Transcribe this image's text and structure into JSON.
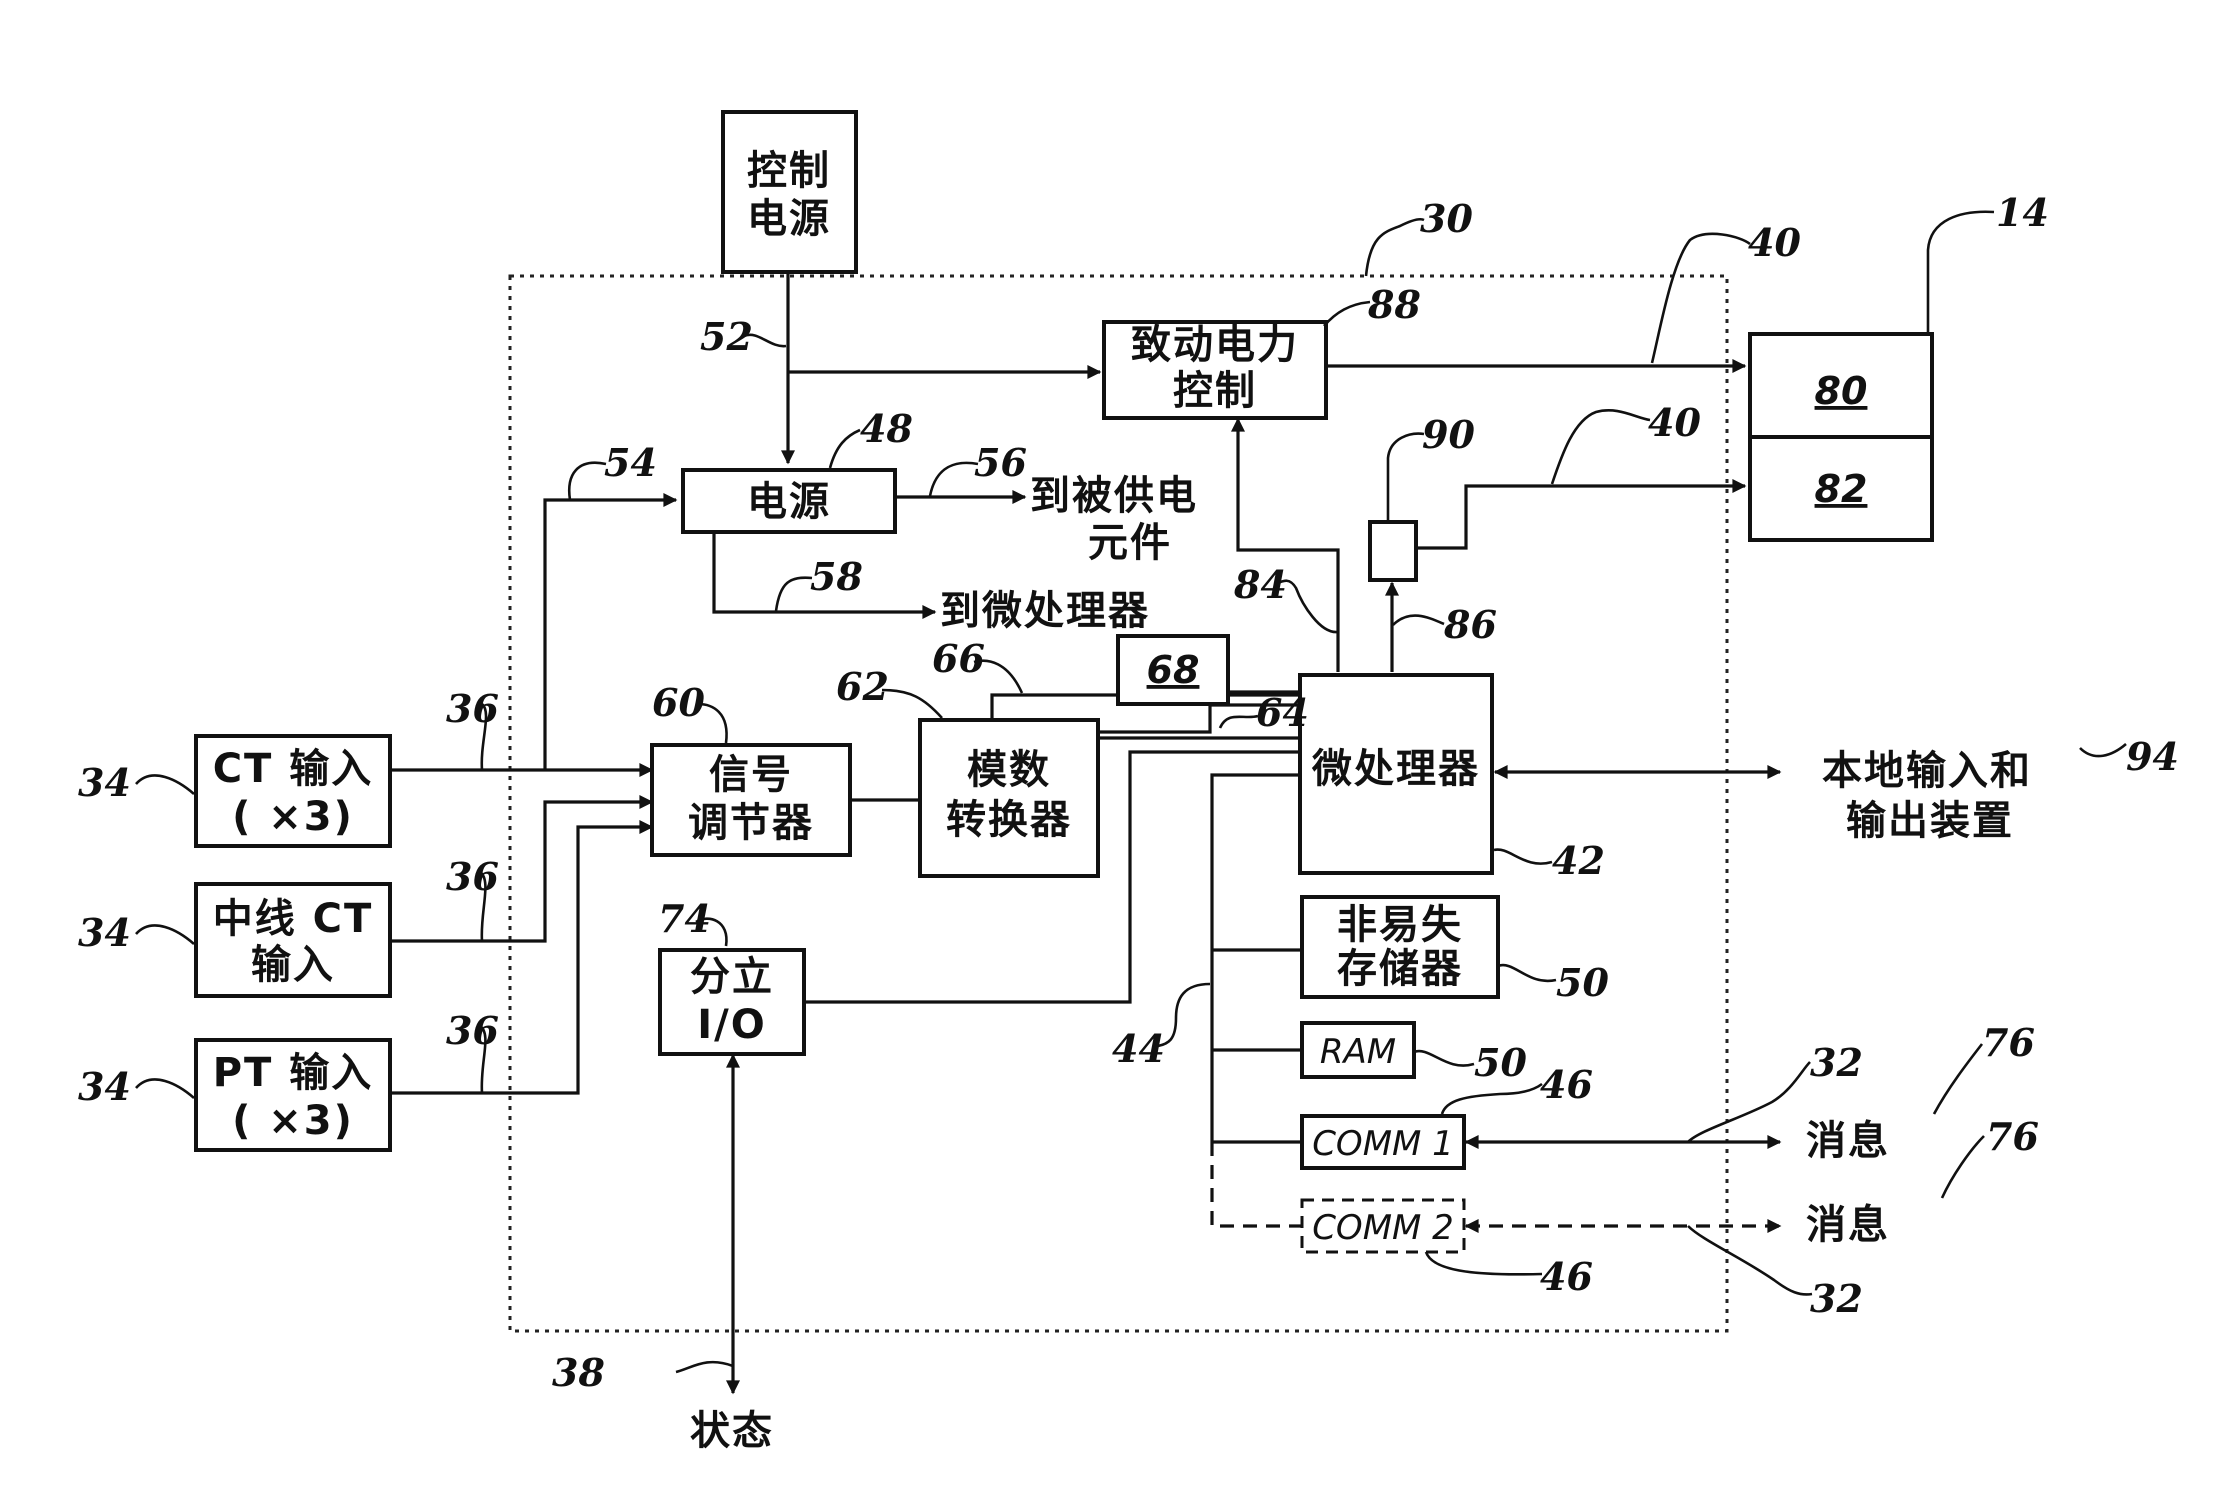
{
  "blocks": {
    "control_power": {
      "line1": "控制",
      "line2": "电源"
    },
    "power_supply": {
      "label": "电源"
    },
    "actuation_control": {
      "line1": "致动电力",
      "line2": "控制"
    },
    "signal_conditioner": {
      "line1": "信号",
      "line2": "调节器"
    },
    "adc": {
      "line1": "模数",
      "line2": "转换器"
    },
    "microprocessor": {
      "label": "微处理器"
    },
    "nvm": {
      "line1": "非易失",
      "line2": "存储器"
    },
    "ram": {
      "label": "RAM"
    },
    "comm1": {
      "label": "COMM 1"
    },
    "comm2": {
      "label": "COMM 2"
    },
    "discrete_io": {
      "line1": "分立",
      "line2": "I/O"
    },
    "ct_input": {
      "line1": "CT 输入",
      "line2": "( ×3)"
    },
    "neutral_ct_input": {
      "line1": "中线 CT",
      "line2": "输入"
    },
    "pt_input": {
      "line1": "PT 输入",
      "line2": "( ×3)"
    },
    "breaker_top": {
      "label": "80"
    },
    "breaker_bottom": {
      "label": "82"
    },
    "box_68": {
      "label": "68"
    }
  },
  "texts": {
    "to_powered_1": "到被供电",
    "to_powered_2": "元件",
    "to_microprocessor": "到微处理器",
    "local_io_1": "本地输入和",
    "local_io_2": "输出装置",
    "message_1": "消息",
    "message_2": "消息",
    "status": "状态"
  },
  "refs": {
    "r30": "30",
    "r14": "14",
    "r40a": "40",
    "r40b": "40",
    "r88": "88",
    "r52": "52",
    "r48": "48",
    "r54": "54",
    "r56": "56",
    "r58": "58",
    "r90": "90",
    "r84": "84",
    "r86": "86",
    "r66": "66",
    "r62": "62",
    "r60": "60",
    "r64": "64",
    "r36a": "36",
    "r36b": "36",
    "r36c": "36",
    "r34a": "34",
    "r34b": "34",
    "r34c": "34",
    "r42": "42",
    "r94": "94",
    "r74": "74",
    "r50a": "50",
    "r50b": "50",
    "r44": "44",
    "r46a": "46",
    "r46b": "46",
    "r32a": "32",
    "r32b": "32",
    "r76a": "76",
    "r76b": "76",
    "r38": "38"
  }
}
